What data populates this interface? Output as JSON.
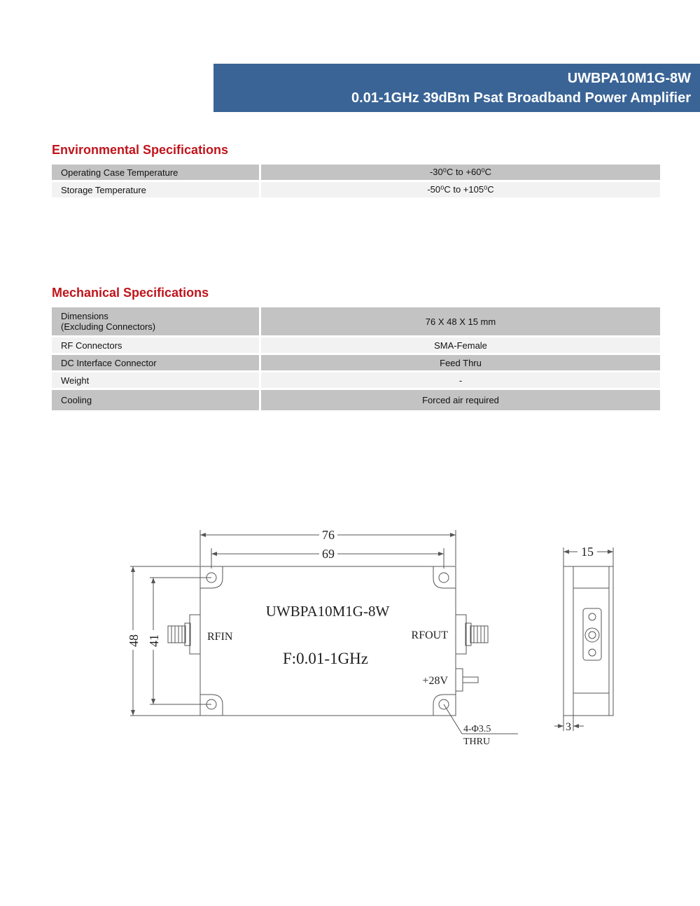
{
  "header": {
    "model": "UWBPA10M1G-8W",
    "subtitle": "0.01-1GHz 39dBm Psat Broadband Power Amplifier"
  },
  "environmental": {
    "title": "Environmental Specifications",
    "rows": [
      {
        "label": "Operating Case Temperature",
        "value": "-30⁰C to +60⁰C"
      },
      {
        "label": "Storage Temperature",
        "value": "-50⁰C to +105⁰C"
      }
    ]
  },
  "mechanical": {
    "title": "Mechanical Specifications",
    "rows": [
      {
        "label": "Dimensions",
        "label2": "(Excluding Connectors)",
        "value": "76 X 48 X 15 mm"
      },
      {
        "label": "RF Connectors",
        "value": "SMA-Female"
      },
      {
        "label": "DC Interface Connector",
        "value": "Feed Thru"
      },
      {
        "label": "Weight",
        "value": "-"
      },
      {
        "label": "Cooling",
        "value": "Forced air required"
      }
    ]
  },
  "drawing": {
    "dim_length": "76",
    "dim_hole_span": "69",
    "dim_height": "48",
    "dim_hole_height": "41",
    "dim_depth": "15",
    "dim_offset": "3",
    "body_model": "UWBPA10M1G-8W",
    "body_freq": "F:0.01-1GHz",
    "rf_in": "RFIN",
    "rf_out": "RFOUT",
    "dc_label": "+28V",
    "hole_note": "4-Φ3.5",
    "hole_note2": "THRU"
  }
}
